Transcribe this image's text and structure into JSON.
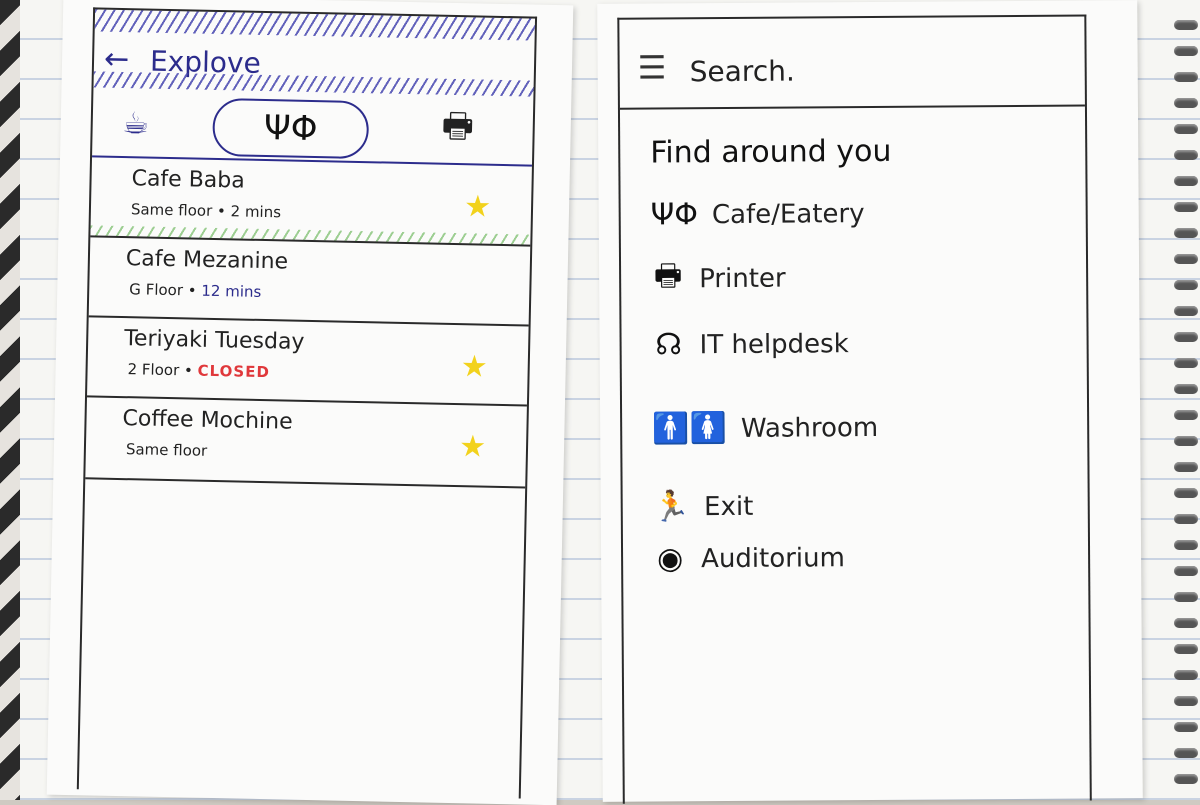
{
  "left_screen": {
    "title": "Explove",
    "back_icon": "arrow-left-icon",
    "tabs": [
      {
        "name": "cafe",
        "icon": "coffee-cup-icon",
        "glyph": "☕"
      },
      {
        "name": "food",
        "icon": "cutlery-icon",
        "glyph": "ΨΦ",
        "selected": true
      },
      {
        "name": "print",
        "icon": "printer-icon",
        "glyph": "🖶"
      }
    ],
    "places": [
      {
        "name": "Cafe Baba",
        "location": "Same floor",
        "separator": " • ",
        "time": "2 mins",
        "starred": true,
        "selected": true
      },
      {
        "name": "Cafe Mezanine",
        "location": "G Floor",
        "separator": " • ",
        "time": "12 mins",
        "starred": false
      },
      {
        "name": "Teriyaki Tuesday",
        "location": "2 Floor",
        "separator": " • ",
        "status": "CLOSED",
        "starred": true
      },
      {
        "name": "Coffee Mochine",
        "location": "Same floor",
        "starred": true
      }
    ],
    "star_glyph": "★"
  },
  "right_screen": {
    "menu_icon": "hamburger-menu-icon",
    "menu_glyph": "☰",
    "search_label": "Search.",
    "find_title": "Find around you",
    "categories": [
      {
        "label": "Cafe/Eatery",
        "icon": "cutlery-icon",
        "glyph": "ΨΦ"
      },
      {
        "label": "Printer",
        "icon": "printer-icon",
        "glyph": "🖶"
      },
      {
        "label": "IT helpdesk",
        "icon": "headset-icon",
        "glyph": "☊"
      },
      {
        "label": "Washroom",
        "icon": "washroom-icon",
        "glyph": "🚹🚺"
      },
      {
        "label": "Exit",
        "icon": "running-person-icon",
        "glyph": "🏃"
      },
      {
        "label": "Auditorium",
        "icon": "broadcast-icon",
        "glyph": "◉"
      }
    ]
  },
  "colors": {
    "ink_blue": "#2c2c8c",
    "highlight_green": "#50aa3c",
    "star_yellow": "#f2d21c",
    "closed_red": "#e0383b"
  }
}
